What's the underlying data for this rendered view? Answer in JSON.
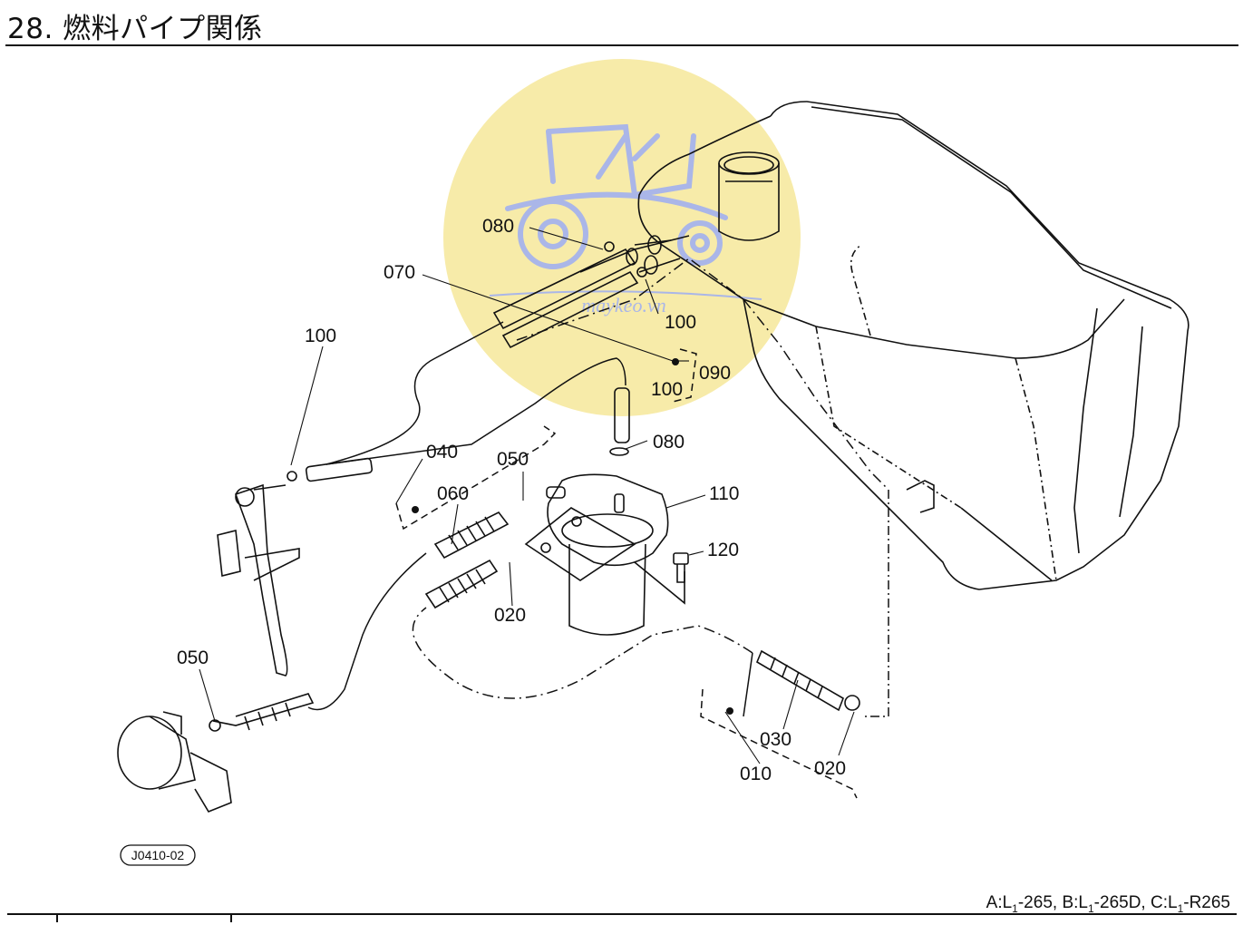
{
  "page": {
    "title": "28. 燃料パイプ関係",
    "drawing_ref": "J0410-02",
    "model_note": {
      "a_prefix": "A:L",
      "a_sub": "1",
      "a_suffix": "-265,",
      "b_prefix": "B:L",
      "b_sub": "1",
      "b_suffix": "-265D,",
      "c_prefix": "C:L",
      "c_sub": "1",
      "c_suffix": "-R265"
    }
  },
  "watermark": {
    "text": "maykeo.vn",
    "circle_color": "#f6e79a",
    "icon_color": "#aab6e8"
  },
  "callouts": {
    "c080a": "080",
    "c070": "070",
    "c100a": "100",
    "c100b": "100",
    "c090": "090",
    "c100c": "100",
    "c080b": "080",
    "c040": "040",
    "c050a": "050",
    "c060": "060",
    "c110": "110",
    "c120": "120",
    "c020a": "020",
    "c050b": "050",
    "c030": "030",
    "c020b": "020",
    "c010": "010"
  }
}
